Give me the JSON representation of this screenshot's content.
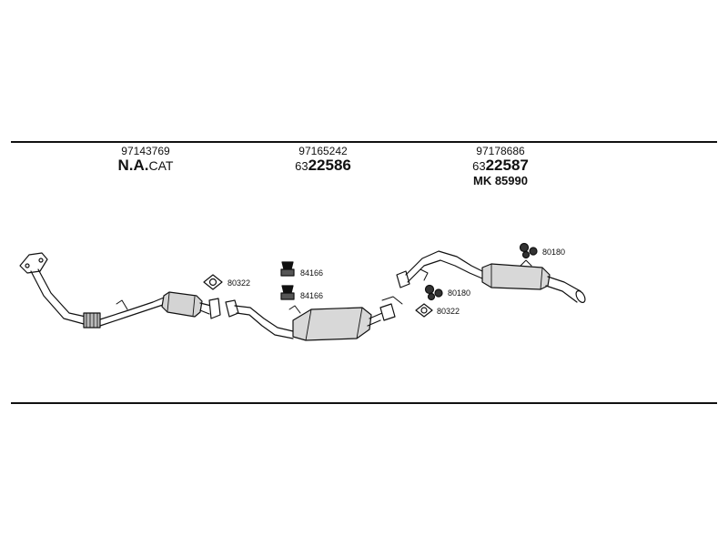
{
  "groups": [
    {
      "part_no": "97143769",
      "code_prefix": "N.A.",
      "code_main": "CAT"
    },
    {
      "part_no": "97165242",
      "code_prefix": "63",
      "code_main": "22586"
    },
    {
      "part_no": "97178686",
      "code_prefix": "63",
      "code_main": "22587",
      "extra": "MK 85990"
    }
  ],
  "labels": {
    "gasket_left": "80322",
    "mount_top": "84166",
    "mount_bottom": "84166",
    "rubber_mid": "80180",
    "gasket_right": "80322",
    "rubber_right": "80180"
  }
}
